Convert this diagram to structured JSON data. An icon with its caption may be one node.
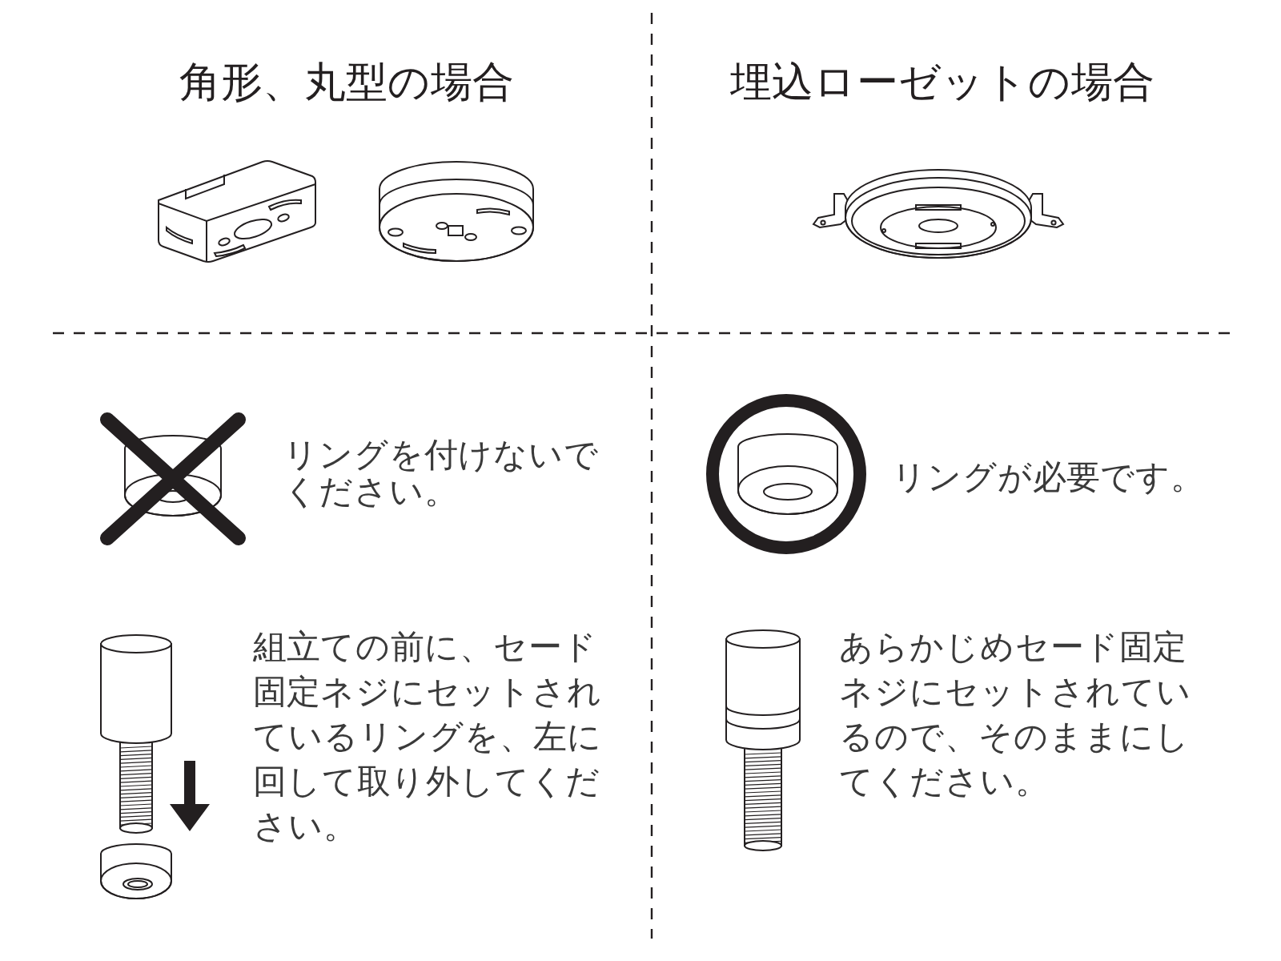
{
  "diagram": {
    "labels": [
      "角形、丸型の場合",
      "埋込ローゼットの場合",
      "リングを付けないでください。",
      "リングが必要です。",
      "組立ての前に、セード固定ネジにセットされているリングを、左に回して取り外してください。",
      "あらかじめセード固定ネジにセットされているので、そのままにしてください。"
    ]
  }
}
